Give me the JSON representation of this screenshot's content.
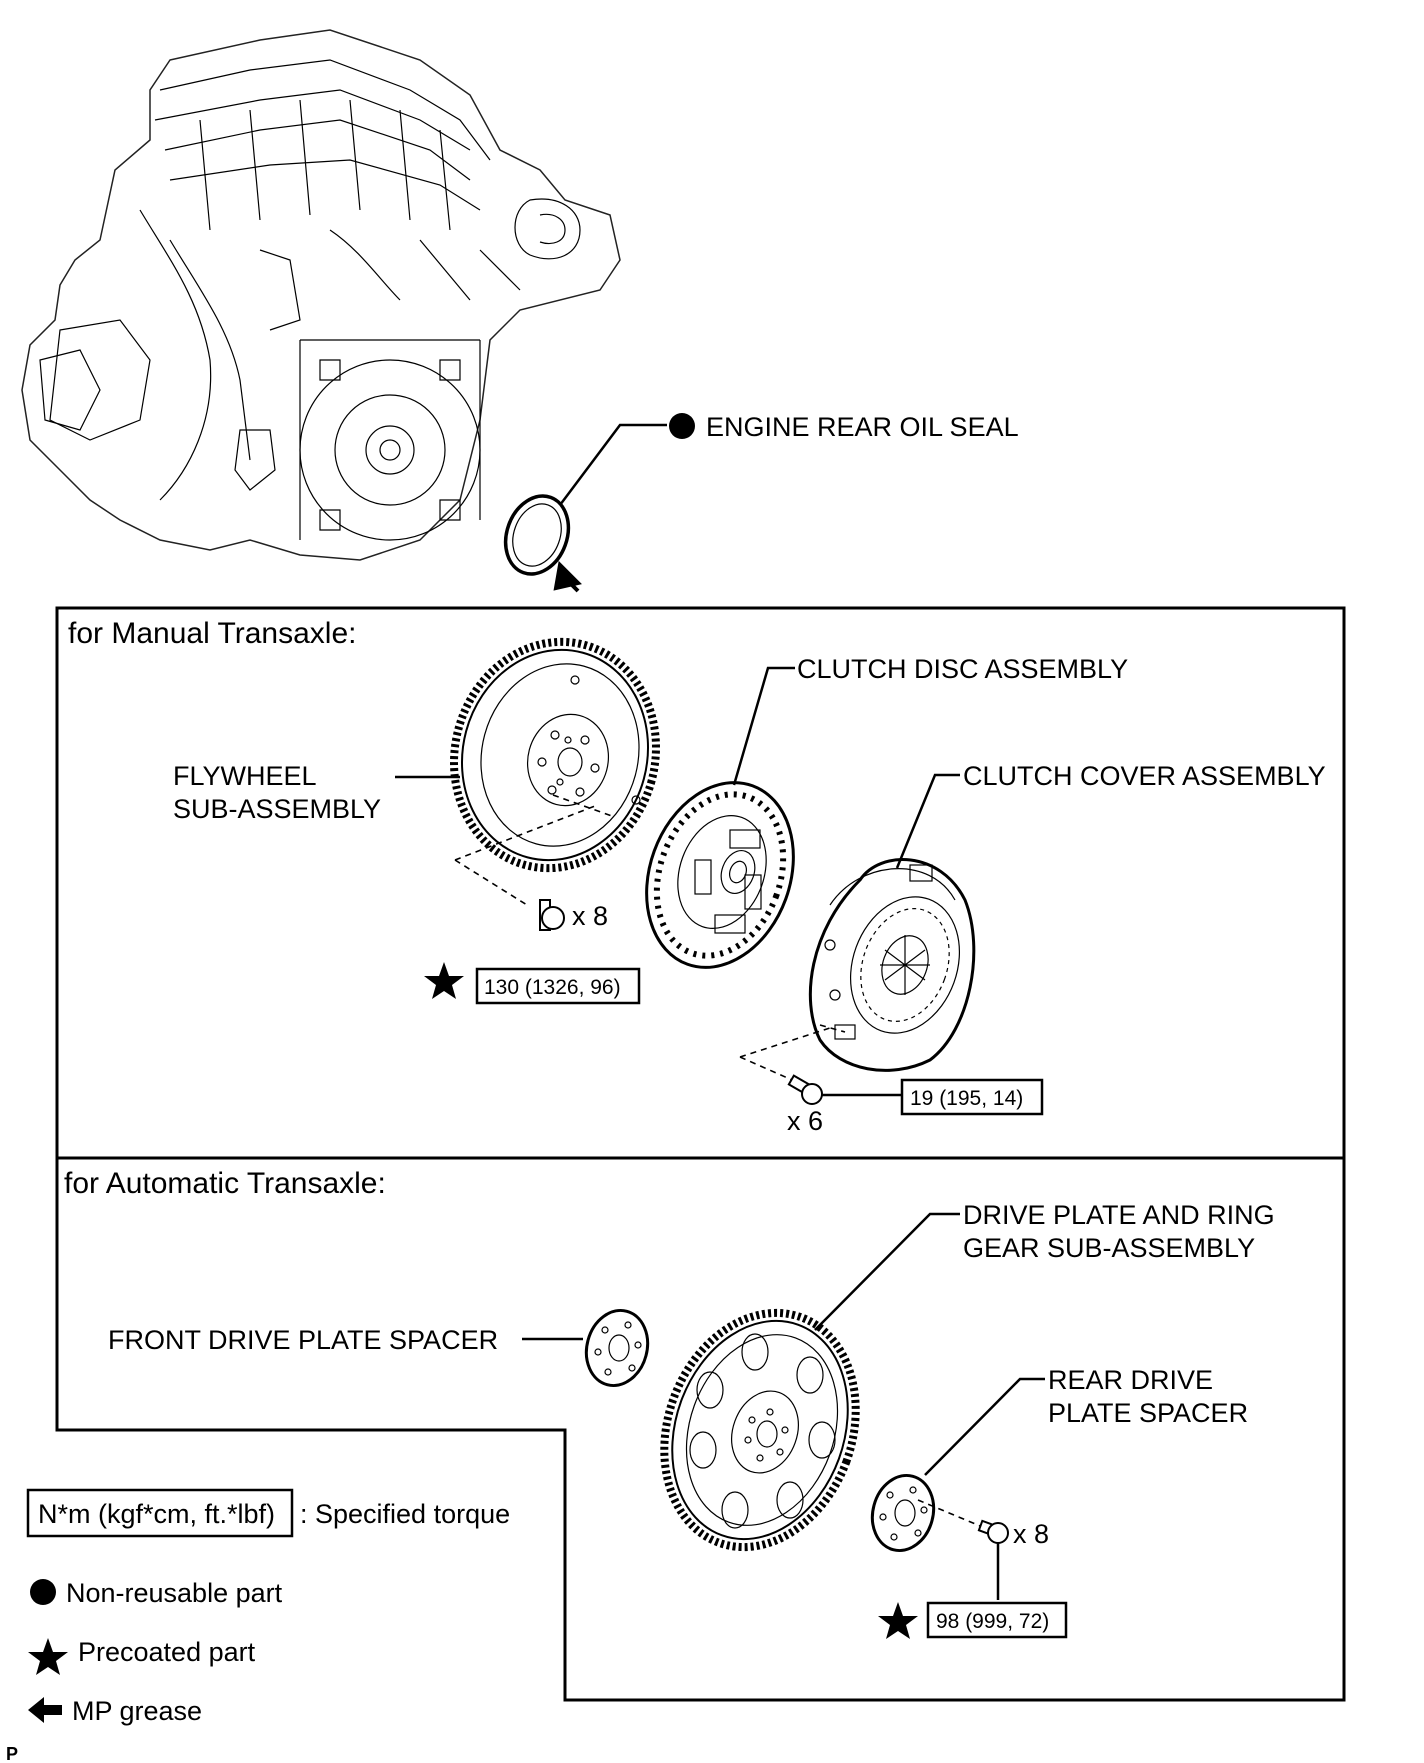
{
  "labels": {
    "engine_rear_oil_seal": "ENGINE REAR OIL SEAL",
    "clutch_disc_assembly": "CLUTCH DISC ASSEMBLY",
    "clutch_cover_assembly": "CLUTCH COVER ASSEMBLY",
    "flywheel_line1": "FLYWHEEL",
    "flywheel_line2": "SUB-ASSEMBLY",
    "drive_plate_line1": "DRIVE PLATE AND RING",
    "drive_plate_line2": "GEAR SUB-ASSEMBLY",
    "front_drive_plate_spacer": "FRONT DRIVE PLATE SPACER",
    "rear_drive_plate_spacer_line1": "REAR DRIVE",
    "rear_drive_plate_spacer_line2": "PLATE SPACER"
  },
  "sections": {
    "manual": "for Manual Transaxle:",
    "automatic": "for Automatic Transaxle:"
  },
  "quantities": {
    "flywheel_bolts": "x 8",
    "clutch_cover_bolts": "x 6",
    "drive_plate_bolts": "x 8"
  },
  "torques": {
    "flywheel": "130 (1326, 96)",
    "clutch_cover": "19 (195, 14)",
    "drive_plate": "98 (999, 72)"
  },
  "legend": {
    "torque_box": "N*m (kgf*cm, ft.*lbf)",
    "torque_desc": ": Specified torque",
    "non_reusable": "Non-reusable part",
    "precoated": "Precoated part",
    "mp_grease": "MP grease"
  },
  "footer": {
    "code": "P"
  }
}
